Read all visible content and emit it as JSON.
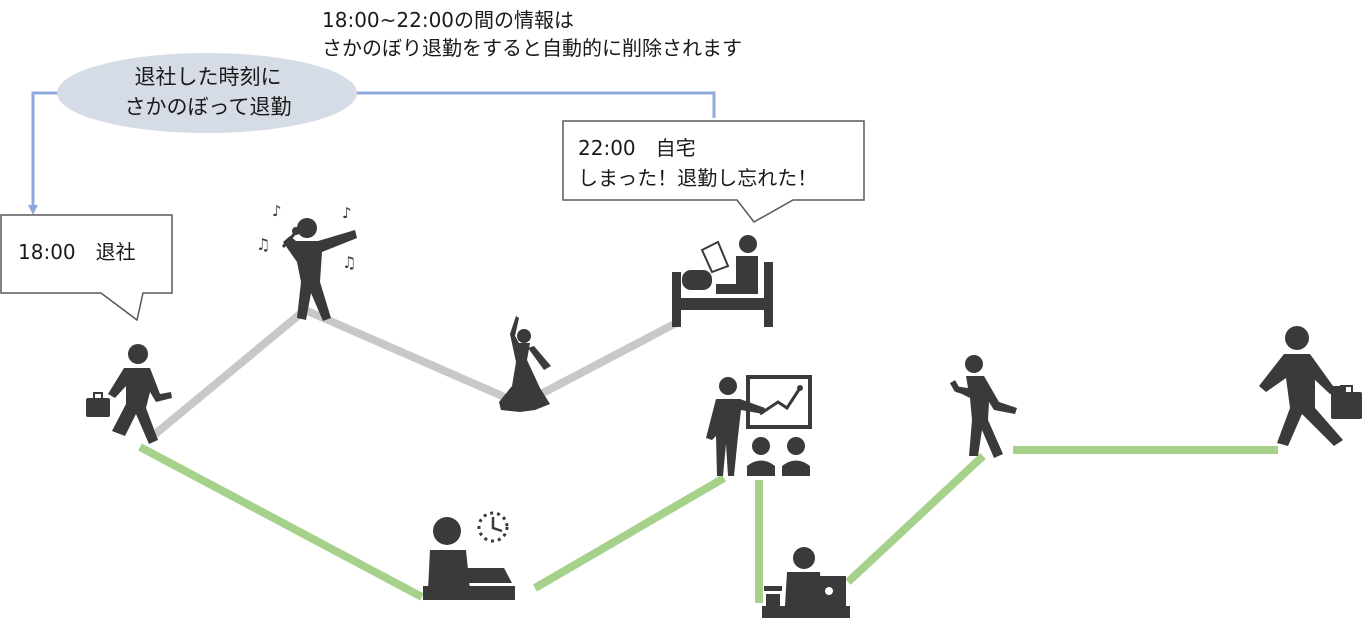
{
  "top_note": {
    "line1": "18:00~22:00の間の情報は",
    "line2": "さかのぼり退勤をすると自動的に削除されます"
  },
  "oval_label": {
    "line1": "退社した時刻に",
    "line2": "さかのぼって退勤"
  },
  "callout_left": {
    "line1": "18:00　退社"
  },
  "callout_right": {
    "line1": "22:00　自宅",
    "line2": "しまった！退勤し忘れた！"
  },
  "colors": {
    "deleted_path": "#c8c8c8",
    "work_path": "#a6d18a",
    "connector": "#8eaadb",
    "oval_fill": "#d6dce5",
    "pictogram": "#3a3a3a",
    "callout_border": "#595959"
  },
  "icons": {
    "leaving_office": "businessman-walking-icon",
    "karaoke": "karaoke-singer-icon",
    "dancing": "dancer-icon",
    "bed_reading": "reading-in-bed-icon",
    "desk_work": "desk-worker-icon",
    "presentation": "presenter-icon",
    "cafe_laptop": "cafe-laptop-worker-icon",
    "walking_phone": "walking-with-phone-icon",
    "arriving": "businessman-arriving-icon"
  }
}
